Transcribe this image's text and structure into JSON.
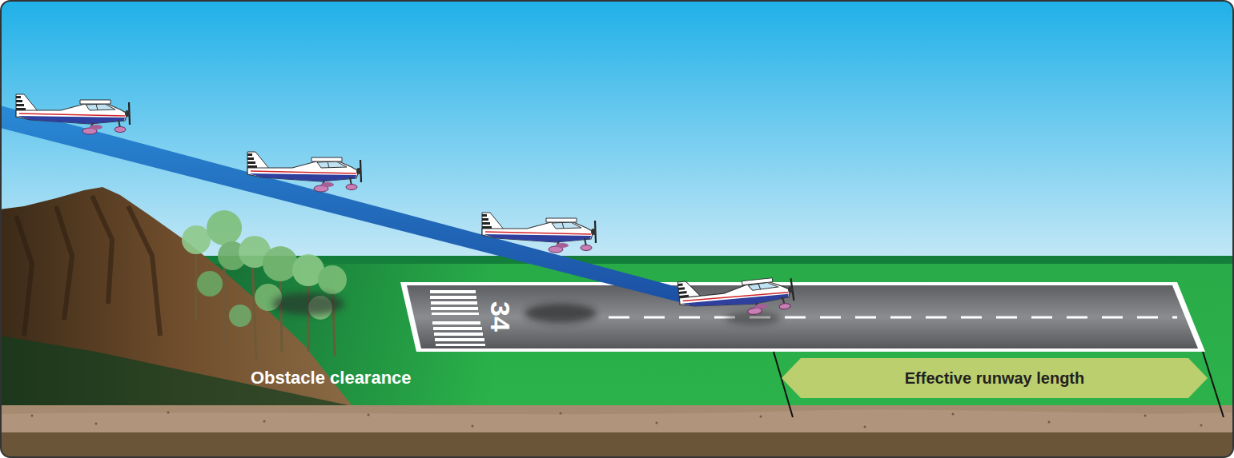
{
  "diagram": {
    "nodes": [
      {
        "text": [
          "Effective runway length"
        ]
      }
    ],
    "labels": [
      "Obstacle clearance",
      "34"
    ]
  }
}
